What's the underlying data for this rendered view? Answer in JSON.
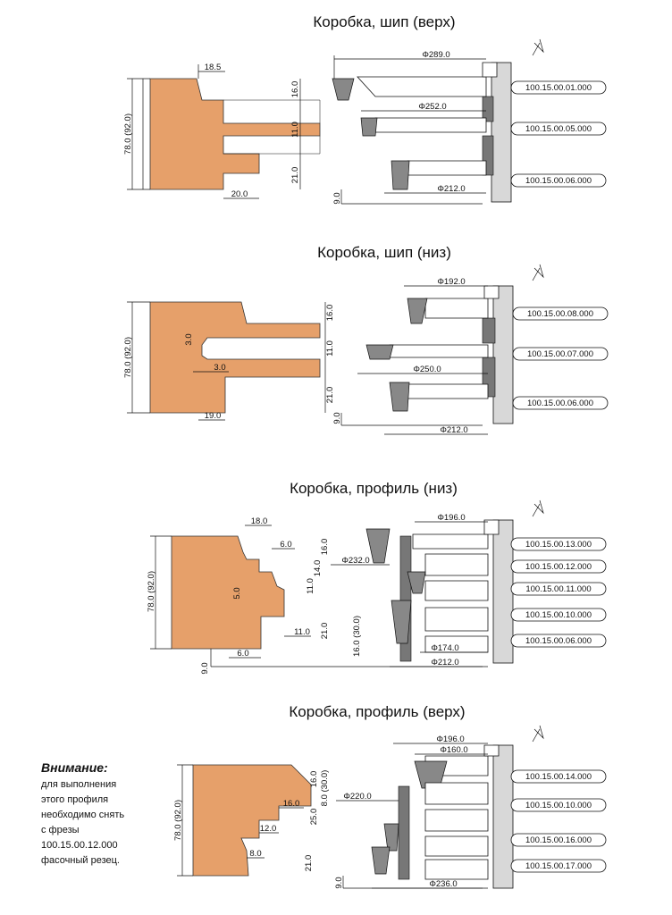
{
  "sections": [
    {
      "title": "Коробка, шип (верх)",
      "dims": [
        "18.5",
        "16.0",
        "11.0",
        "21.0",
        "78.0 (92.0)",
        "20.0",
        "9.0",
        "Φ289.0",
        "Φ252.0",
        "Φ212.0"
      ],
      "codes": [
        "100.15.00.01.000",
        "100.15.00.05.000",
        "100.15.00.06.000"
      ]
    },
    {
      "title": "Коробка, шип (низ)",
      "dims": [
        "16.0",
        "3.0",
        "11.0",
        "3.0",
        "21.0",
        "78.0 (92.0)",
        "19.0",
        "9.0",
        "Φ192.0",
        "Φ250.0",
        "Φ212.0"
      ],
      "codes": [
        "100.15.00.08.000",
        "100.15.00.07.000",
        "100.15.00.06.000"
      ]
    },
    {
      "title": "Коробка, профиль (низ)",
      "dims": [
        "18.0",
        "6.0",
        "16.0",
        "14.0",
        "11.0",
        "5.0",
        "11.0",
        "21.0",
        "16.0 (30.0)",
        "78.0 (92.0)",
        "6.0",
        "9.0",
        "Φ196.0",
        "Φ232.0",
        "Φ174.0",
        "Φ212.0"
      ],
      "codes": [
        "100.15.00.13.000",
        "100.15.00.12.000",
        "100.15.00.11.000",
        "100.15.00.10.000",
        "100.15.00.06.000"
      ]
    },
    {
      "title": "Коробка, профиль (верх)",
      "dims": [
        "25.0",
        "16.0",
        "16.0",
        "8.0 (30.0)",
        "12.0",
        "78.0 (92.0)",
        "8.0",
        "21.0",
        "9.0",
        "Φ196.0",
        "Φ160.0",
        "Φ220.0",
        "Φ236.0"
      ],
      "codes": [
        "100.15.00.14.000",
        "100.15.00.10.000",
        "100.15.00.16.000",
        "100.15.00.17.000"
      ]
    }
  ],
  "warning": {
    "title": "Внимание:",
    "lines": [
      "для выполнения",
      "этого профиля",
      "необходимо снять",
      "с фрезы",
      "100.15.00.12.000",
      "фасочный резец."
    ]
  }
}
